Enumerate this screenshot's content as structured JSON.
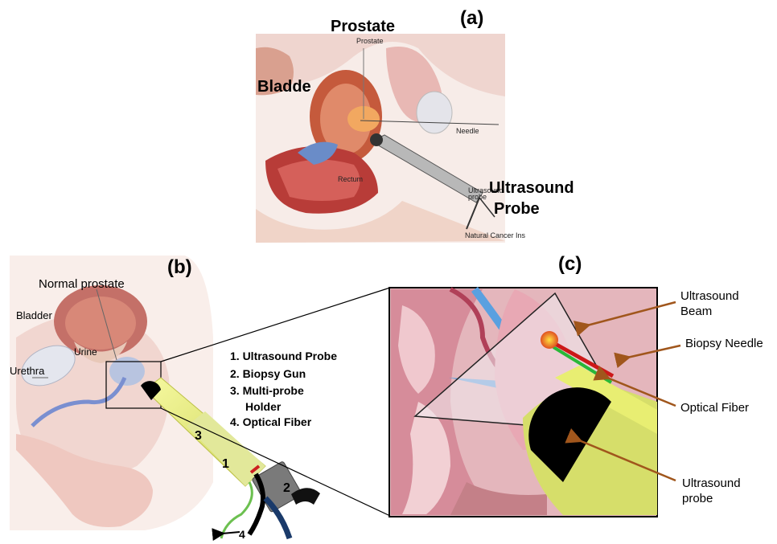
{
  "panels": {
    "a": {
      "letter": "(a)",
      "prostate": "Prostate",
      "prostate_small": "Prostate",
      "bladder": "Bladde",
      "needle": "Needle",
      "rectum": "Rectum",
      "us_small_1": "Ultrasound",
      "us_small_2": "probe",
      "us_big_1": "Ultrasound",
      "us_big_2": "Probe",
      "credit": "Natural Cancer Ins"
    },
    "b": {
      "letter": "(b)",
      "normal_prostate": "Normal prostate",
      "bladder": "Bladder",
      "urine": "Urine",
      "urethra": "Urethra",
      "num_1": "1",
      "num_2": "2",
      "num_3": "3",
      "num_4": "4"
    },
    "c": {
      "letter": "(c)",
      "beam_1": "Ultrasound",
      "beam_2": "Beam",
      "needle": "Biopsy Needle",
      "fiber": "Optical Fiber",
      "probe_1": "Ultrasound",
      "probe_2": "probe"
    }
  },
  "legend": {
    "items": [
      "1. Ultrasound Probe",
      "2. Biopsy Gun",
      "3. Multi-probe",
      "Holder",
      "4. Optical Fiber"
    ]
  },
  "colors": {
    "probe_yellow": "#e8ef78",
    "needle_red": "#d82020",
    "fiber_green": "#30b030",
    "arrow_brown": "#a0561c",
    "tissue_pink": "#e8b4bc"
  }
}
